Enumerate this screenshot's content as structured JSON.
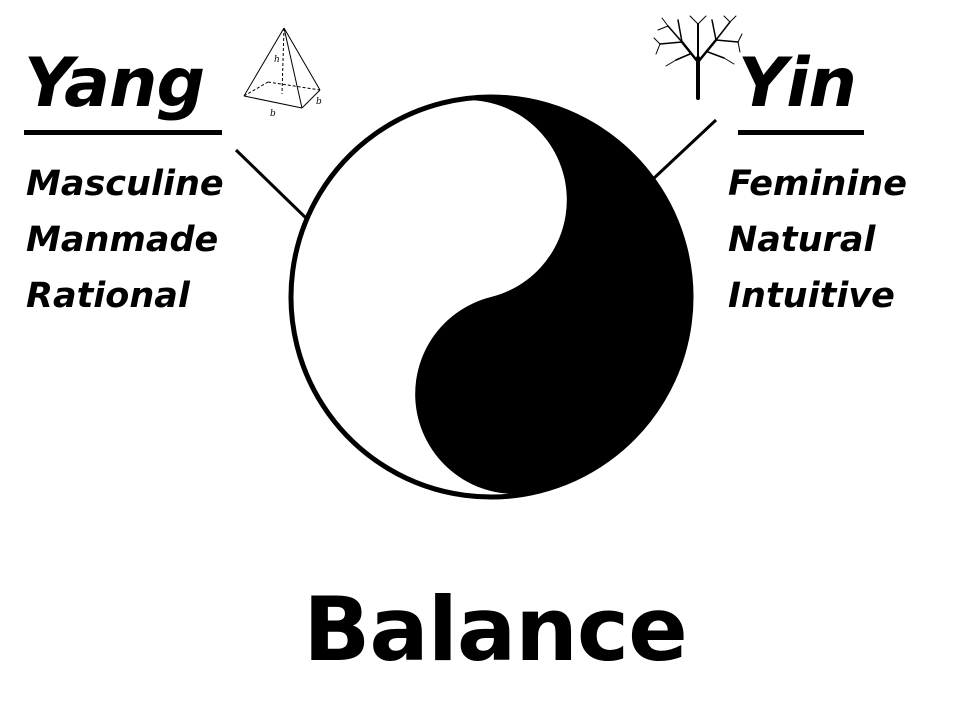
{
  "yang": {
    "title": "Yang",
    "attributes": [
      "Masculine",
      "Manmade",
      "Rational"
    ],
    "icon": "pyramid-icon",
    "pyramid_labels": {
      "height": "h",
      "base_front": "b",
      "base_side": "b"
    }
  },
  "yin": {
    "title": "Yin",
    "attributes": [
      "Feminine",
      "Natural",
      "Intuitive"
    ],
    "icon": "tree-icon"
  },
  "caption": "Balance",
  "colors": {
    "ink": "#000000",
    "paper": "#ffffff"
  }
}
